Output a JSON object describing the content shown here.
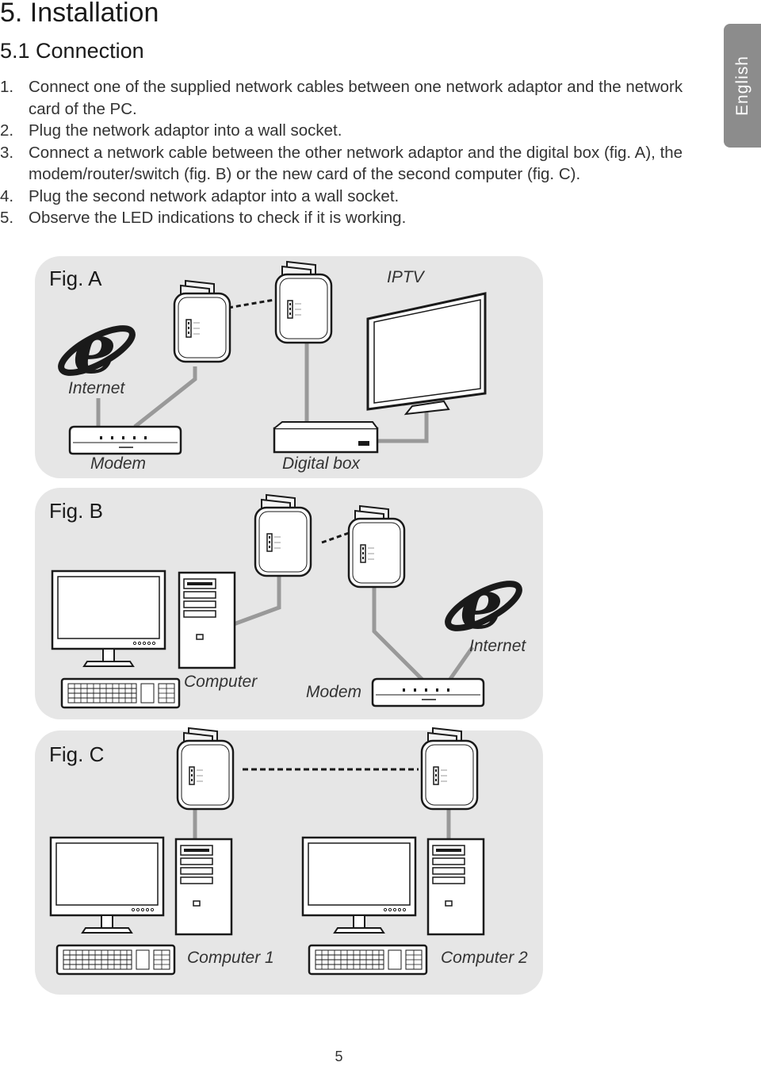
{
  "header": {
    "title": "5. Installation",
    "subtitle": "5.1 Connection"
  },
  "language_tab": "English",
  "steps": [
    {
      "num": "1.",
      "text": "Connect one of the supplied network cables between one network adaptor and the network card of the PC."
    },
    {
      "num": "2.",
      "text": "Plug the network adaptor into a wall socket."
    },
    {
      "num": "3.",
      "text": "Connect a network cable between the other network adaptor and the digital box (fig. A), the modem/router/switch (fig. B) or the new card of the second computer (fig. C)."
    },
    {
      "num": "4.",
      "text": "Plug the second network adaptor into a wall socket."
    },
    {
      "num": "5.",
      "text": "Observe the LED indications to check if it is working."
    }
  ],
  "figures": {
    "a": {
      "title": "Fig. A",
      "internet": "Internet",
      "iptv": "IPTV",
      "modem": "Modem",
      "digital_box": "Digital box"
    },
    "b": {
      "title": "Fig. B",
      "internet": "Internet",
      "computer": "Computer",
      "modem": "Modem"
    },
    "c": {
      "title": "Fig. C",
      "computer1": "Computer 1",
      "computer2": "Computer 2"
    }
  },
  "page_number": "5",
  "colors": {
    "panel": "#e6e6e6",
    "cable": "#999999",
    "tab": "#8c8c8c"
  }
}
